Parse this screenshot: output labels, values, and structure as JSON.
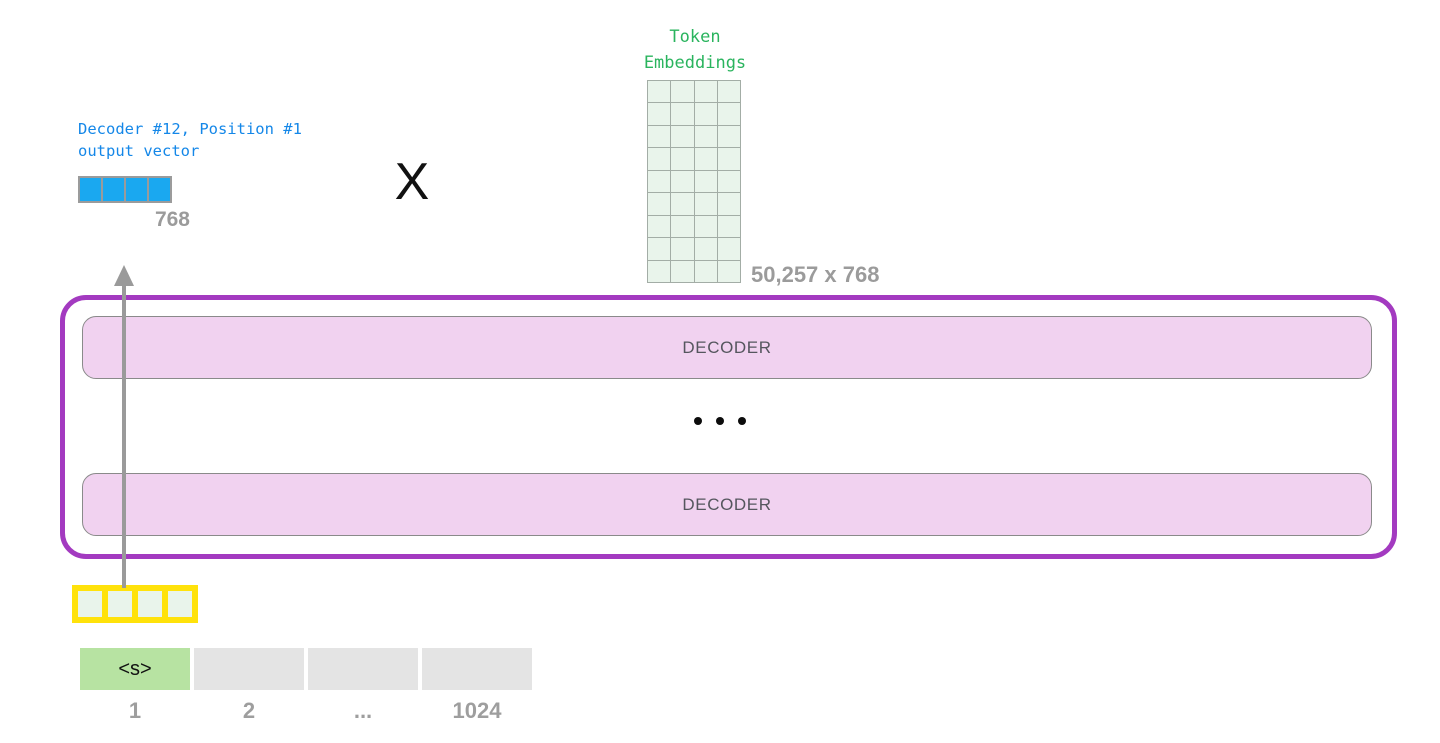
{
  "colors": {
    "blue_text": "#1487e8",
    "blue_cell": "#1aa8f0",
    "green_text": "#2ab45e",
    "cell_fill_light_green": "#e9f4eb",
    "gray_label": "#9b9b9b",
    "purple_border": "#a33ac0",
    "pink_fill": "#f1d2f0",
    "decoder_text": "#55565e",
    "arrow_gray": "#9a9a9a",
    "yellow_border": "#ffe20b",
    "token_green": "#b7e3a2",
    "token_gray": "#e4e4e4"
  },
  "output_vector": {
    "label_line1": "Decoder #12, Position #1",
    "label_line2": "output vector",
    "dim_label": "768",
    "cells": 4
  },
  "multiply": {
    "symbol": "X"
  },
  "token_embeddings": {
    "title_line1": "Token",
    "title_line2": "Embeddings",
    "size_label": "50,257 x 768",
    "grid_rows": 9,
    "grid_cols": 4
  },
  "decoder_stack": {
    "top_bar_label": "DECODER",
    "bottom_bar_label": "DECODER",
    "ellipsis_dot_count": 3
  },
  "input_vector": {
    "cells": 4
  },
  "token_row": {
    "tokens": [
      {
        "label": "<s>",
        "highlighted": true
      },
      {
        "label": "",
        "highlighted": false
      },
      {
        "label": "",
        "highlighted": false
      },
      {
        "label": "",
        "highlighted": false
      }
    ],
    "position_labels": [
      "1",
      "2",
      "...",
      "1024"
    ]
  }
}
